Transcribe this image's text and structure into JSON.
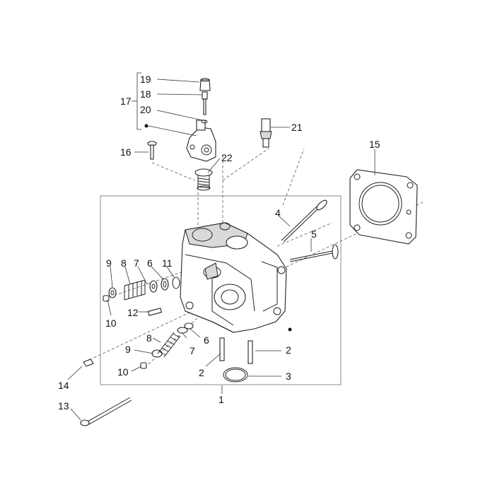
{
  "callouts": {
    "c1": "1",
    "c2a": "2",
    "c2b": "2",
    "c3": "3",
    "c4": "4",
    "c5": "5",
    "c6a": "6",
    "c6b": "6",
    "c7a": "7",
    "c7b": "7",
    "c8a": "8",
    "c8b": "8",
    "c9a": "9",
    "c9b": "9",
    "c10a": "10",
    "c10b": "10",
    "c11": "11",
    "c12": "12",
    "c13": "13",
    "c14": "14",
    "c15": "15",
    "c16": "16",
    "c17": "17",
    "c18": "18",
    "c19": "19",
    "c20": "20",
    "c21": "21",
    "c22": "22"
  }
}
